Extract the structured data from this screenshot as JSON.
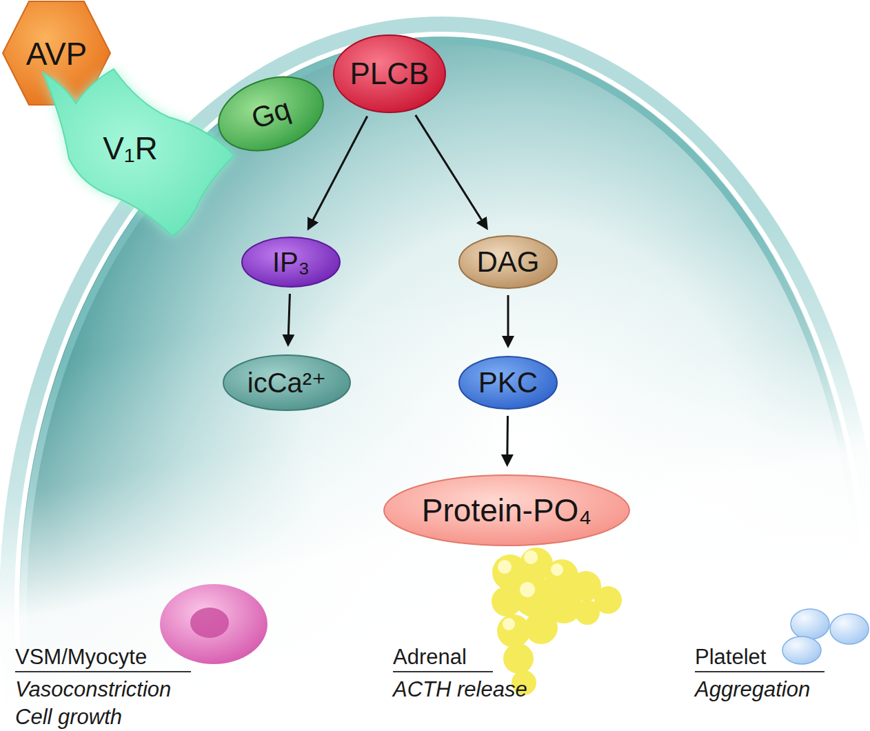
{
  "diagram": {
    "nodes": [
      {
        "text": [
          "AVP"
        ]
      },
      {
        "text": [
          "V₁R"
        ]
      },
      {
        "text": [
          "Gq"
        ]
      },
      {
        "text": [
          "PLCB"
        ]
      },
      {
        "text": [
          "IP₃"
        ]
      },
      {
        "text": [
          "DAG"
        ]
      },
      {
        "text": [
          "icCa²⁺"
        ]
      },
      {
        "text": [
          "PKC"
        ]
      },
      {
        "text": [
          "Protein-PO₄"
        ]
      }
    ],
    "edges": [
      {
        "from": 3,
        "to": 4,
        "arrow": "to"
      },
      {
        "from": 3,
        "to": 5,
        "arrow": "to"
      },
      {
        "from": 4,
        "to": 6,
        "arrow": "to"
      },
      {
        "from": 5,
        "to": 7,
        "arrow": "to"
      },
      {
        "from": 7,
        "to": 8,
        "arrow": "to"
      }
    ],
    "labels": [
      "VSM/Myocyte",
      "Vasoconstriction Cell growth",
      "Adrenal",
      "ACTH release",
      "Platelet",
      "Aggregation"
    ]
  }
}
